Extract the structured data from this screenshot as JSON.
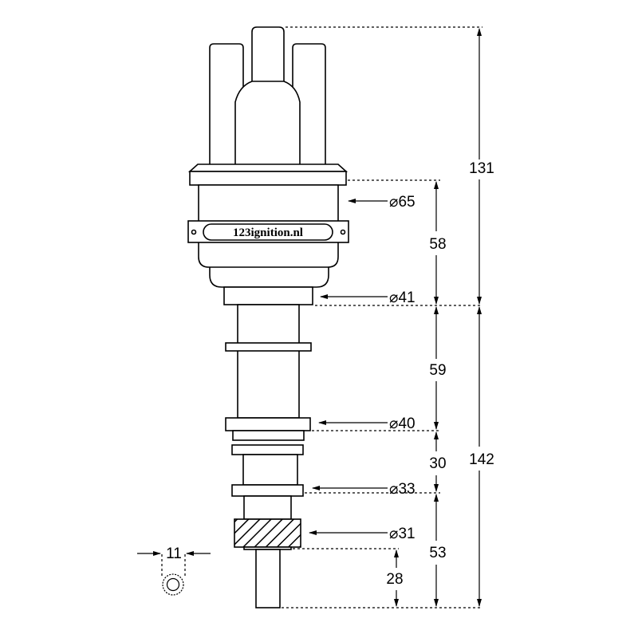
{
  "logo_text": "123ignition.nl",
  "dimensions": {
    "total_top": "131",
    "total_bottom": "142",
    "body_height": "58",
    "shaft_upper": "59",
    "shaft_middle": "30",
    "shaft_lower": "53",
    "drive_length": "28",
    "drive_width": "11"
  },
  "diameters": {
    "body": "⌀65",
    "neck": "⌀41",
    "collar": "⌀40",
    "ring": "⌀33",
    "gear": "⌀31"
  }
}
